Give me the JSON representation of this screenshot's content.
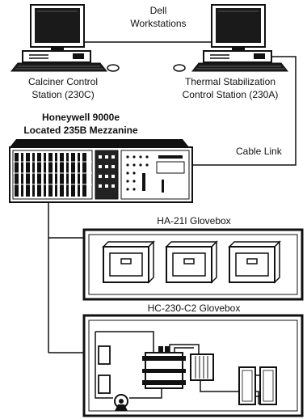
{
  "labels": {
    "workstations_line1": "Dell",
    "workstations_line2": "Workstations",
    "calciner_line1": "Calciner Control",
    "calciner_line2": "Station (230C)",
    "thermal_line1": "Thermal Stabilization",
    "thermal_line2": "Control Station (230A)",
    "honeywell_line1": "Honeywell 9000e",
    "honeywell_line2": "Located 235B Mezzanine",
    "cable_link": "Cable Link",
    "glovebox_ha": "HA-21I Glovebox",
    "glovebox_hc": "HC-230-C2 Glovebox"
  },
  "colors": {
    "ink": "#111111",
    "screen": "#1a1a1a",
    "panel_dark": "#222222",
    "paper": "#ffffff"
  }
}
